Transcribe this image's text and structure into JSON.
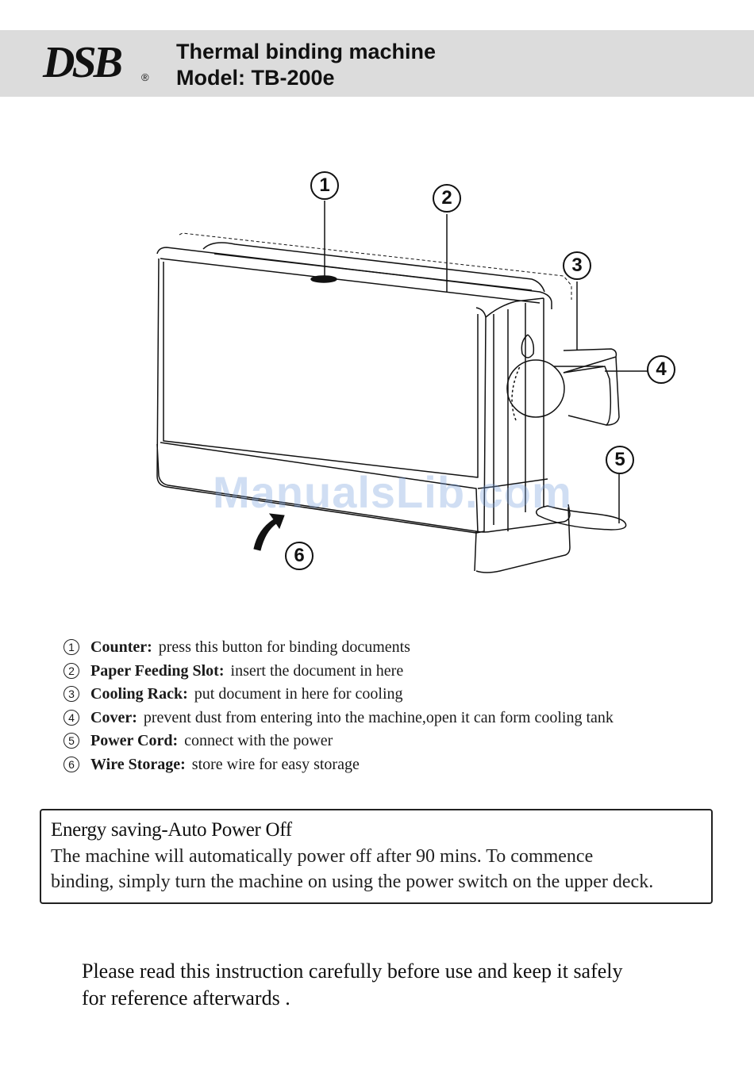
{
  "header": {
    "logo_text": "DSB",
    "logo_reg": "®",
    "title": "Thermal binding machine",
    "model": "Model: TB-200e"
  },
  "figure": {
    "callouts": [
      "1",
      "2",
      "3",
      "4",
      "5",
      "6"
    ],
    "watermark": "ManualsLib.com"
  },
  "legend": [
    {
      "num": "1",
      "label": "Counter:",
      "text": "press this button for binding documents"
    },
    {
      "num": "2",
      "label": "Paper Feeding Slot:",
      "text": "insert the document in here"
    },
    {
      "num": "3",
      "label": "Cooling Rack:",
      "text": "put document in here for cooling"
    },
    {
      "num": "4",
      "label": "Cover:",
      "text": "prevent dust from entering into the machine,open it can form cooling tank"
    },
    {
      "num": "5",
      "label": "Power Cord:",
      "text": "connect with the power"
    },
    {
      "num": "6",
      "label": "Wire Storage:",
      "text": "store wire for easy storage"
    }
  ],
  "notice": {
    "title": "Energy saving-Auto Power Off",
    "line1": "The machine will automatically power off after 90 mins. To commence",
    "line2": "binding, simply turn the machine on using the power switch on the upper deck."
  },
  "footer": {
    "line1": "Please read this instruction carefully before use and keep it safely",
    "line2": "for reference afterwards ."
  }
}
